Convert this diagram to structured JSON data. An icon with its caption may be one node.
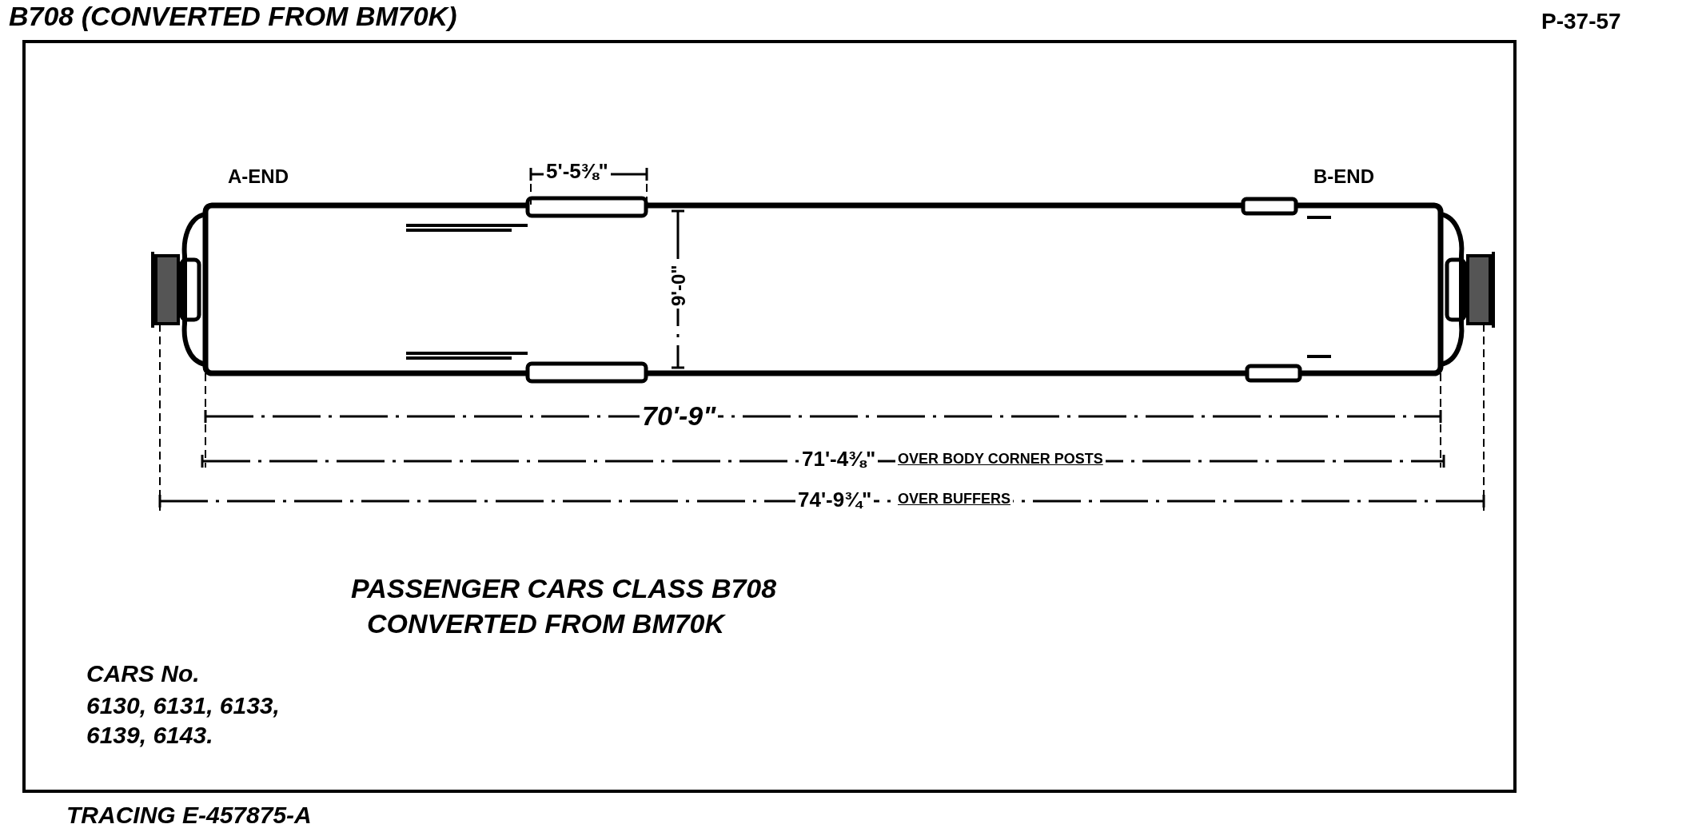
{
  "diagram": {
    "title": "B708 (CONVERTED FROM BM70K)",
    "caption": "TRACING E-457875-A",
    "labels": [
      "P-37-57",
      "A-END",
      "5'-5⅜\"",
      "B-END",
      "9'-0\"",
      "70'-9\"",
      "71'-4⅜\"",
      "OVER BODY CORNER POSTS",
      "74'-9¾\"",
      "OVER BUFFERS",
      "PASSENGER CARS CLASS B708",
      "CONVERTED FROM BM70K",
      "CARS No.",
      "6130, 6131, 6133,",
      "6139, 6143."
    ]
  }
}
